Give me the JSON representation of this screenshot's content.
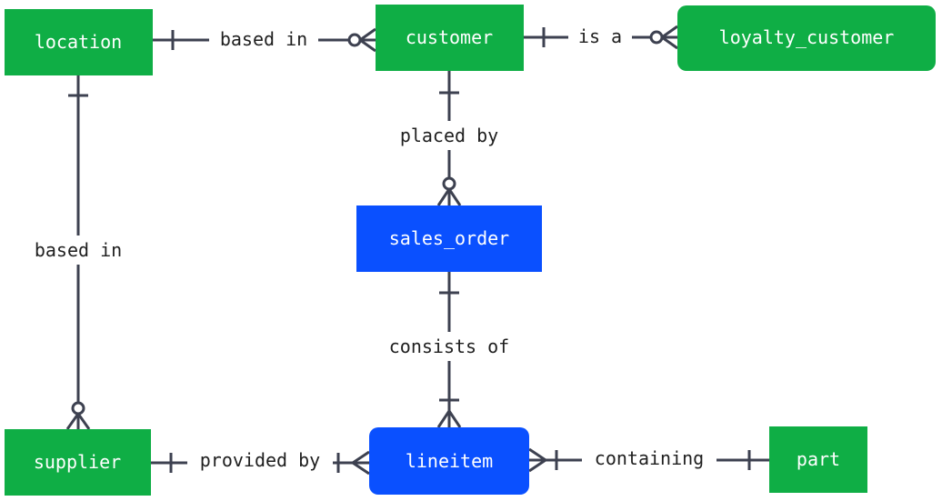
{
  "colors": {
    "entity_green": "#0fae45",
    "entity_blue": "#0a50ff",
    "line": "#3d4150"
  },
  "entities": {
    "location": "location",
    "customer": "customer",
    "loyalty_customer": "loyalty_customer",
    "sales_order": "sales_order",
    "supplier": "supplier",
    "lineitem": "lineitem",
    "part": "part"
  },
  "relationships": {
    "location_customer": "based in",
    "customer_loyalty": "is a",
    "customer_order": "placed by",
    "location_supplier": "based in",
    "order_lineitem": "consists of",
    "supplier_lineitem": "provided by",
    "lineitem_part": "containing"
  }
}
